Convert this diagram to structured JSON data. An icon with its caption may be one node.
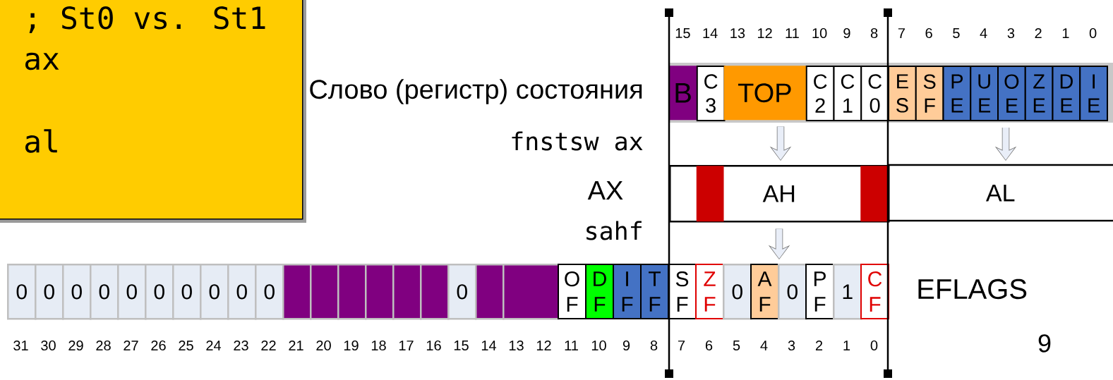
{
  "diagram": {
    "nodes": [
      {
        "text": [
          "; St0 vs. St1",
          "ax",
          "al"
        ]
      },
      {
        "text": [
          "B"
        ]
      },
      {
        "text": [
          "C 3"
        ]
      },
      {
        "text": [
          "TOP"
        ]
      },
      {
        "text": [
          "C 2"
        ]
      },
      {
        "text": [
          "C 1"
        ]
      },
      {
        "text": [
          "C 0"
        ]
      },
      {
        "text": [
          "E S"
        ]
      },
      {
        "text": [
          "S F"
        ]
      },
      {
        "text": [
          "P E"
        ]
      },
      {
        "text": [
          "U E"
        ]
      },
      {
        "text": [
          "O E"
        ]
      },
      {
        "text": [
          "Z E"
        ]
      },
      {
        "text": [
          "D E"
        ]
      },
      {
        "text": [
          "I E"
        ]
      },
      {
        "text": [
          "AH"
        ]
      },
      {
        "text": [
          "AL"
        ]
      },
      {
        "text": [],
        "shape": "bar",
        "in": 15
      },
      {
        "text": [],
        "shape": "bar",
        "in": 15
      },
      {
        "text": [
          "0"
        ]
      },
      {
        "text": [
          "0"
        ]
      },
      {
        "text": [
          "0"
        ]
      },
      {
        "text": [
          "0"
        ]
      },
      {
        "text": [
          "0"
        ]
      },
      {
        "text": [
          "0"
        ]
      },
      {
        "text": [
          "0"
        ]
      },
      {
        "text": [
          "0"
        ]
      },
      {
        "text": [
          "0"
        ]
      },
      {
        "text": [
          "0"
        ]
      },
      {
        "text": [],
        "shape": "box"
      },
      {
        "text": [],
        "shape": "box"
      },
      {
        "text": [],
        "shape": "box"
      },
      {
        "text": [],
        "shape": "box"
      },
      {
        "text": [],
        "shape": "box"
      },
      {
        "text": [],
        "shape": "box"
      },
      {
        "text": [
          "0"
        ]
      },
      {
        "text": [],
        "shape": "box"
      },
      {
        "text": [],
        "shape": "box"
      },
      {
        "text": [
          "O F"
        ]
      },
      {
        "text": [
          "D F"
        ]
      },
      {
        "text": [
          "I F"
        ]
      },
      {
        "text": [
          "T F"
        ]
      },
      {
        "text": [
          "S F"
        ]
      },
      {
        "text": [
          "Z F"
        ]
      },
      {
        "text": [
          "0"
        ]
      },
      {
        "text": [
          "A F"
        ]
      },
      {
        "text": [
          "0"
        ]
      },
      {
        "text": [
          "P F"
        ]
      },
      {
        "text": [
          "1"
        ]
      },
      {
        "text": [
          "C F"
        ]
      }
    ],
    "edges": [
      {
        "from": 3,
        "to": 15,
        "arrow": "to"
      },
      {
        "from": 11,
        "to": 16,
        "arrow": "to"
      },
      {
        "from": 15,
        "to": 45,
        "arrow": "to"
      }
    ],
    "labels": [
      "15",
      "14",
      "13",
      "12",
      "11",
      "10",
      "9",
      "8",
      "7",
      "6",
      "5",
      "4",
      "3",
      "2",
      "1",
      "0",
      "Слово (регистр) состояния",
      "fnstsw ax",
      "AX",
      "sahf",
      "EFLAGS",
      "31",
      "30",
      "29",
      "28",
      "27",
      "26",
      "25",
      "24",
      "23",
      "22",
      "21",
      "20",
      "19",
      "18",
      "17",
      "16",
      "15",
      "14",
      "13",
      "12",
      "11",
      "10",
      "9",
      "8",
      "7",
      "6",
      "5",
      "4",
      "3",
      "2",
      "1",
      "0",
      "9"
    ]
  }
}
